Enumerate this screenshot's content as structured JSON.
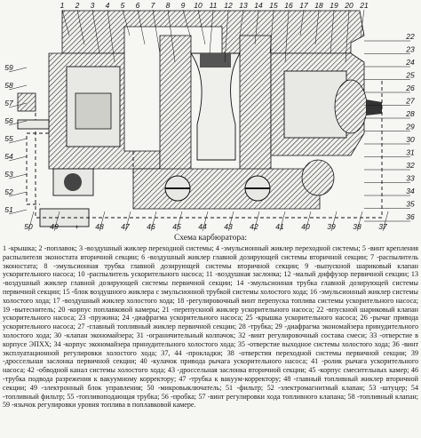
{
  "figure": {
    "left_labels": [
      "1",
      "2",
      "3",
      "4",
      "5",
      "6",
      "7",
      "8",
      "9",
      "10",
      "11",
      "12",
      "13",
      "14",
      "15",
      "16",
      "17",
      "18",
      "19",
      "20",
      "21"
    ],
    "right_labels": [
      "22",
      "23",
      "24",
      "25",
      "26",
      "27",
      "28",
      "29",
      "30",
      "31",
      "32",
      "33",
      "34",
      "35",
      "36"
    ],
    "bottom_labels": [
      "50",
      "49",
      "48",
      "47",
      "46",
      "45",
      "44",
      "43",
      "42",
      "41",
      "40",
      "39",
      "38",
      "37"
    ],
    "side_labels": [
      "59",
      "58",
      "57",
      "56",
      "55",
      "54",
      "53",
      "52",
      "51"
    ],
    "power_label": "+"
  },
  "caption": "Схема карбюратора:",
  "legend": "1 -крышка; 2 -поплавок; 3 -воздушный жиклер переходной системы; 4 -эмульсионный жиклер переходной системы; 5 -винт крепления распылителя эконостата вторичной секции; 6 -воздушный жиклер главной дозирующей системы вторичной секции; 7 -распылитель эконостата; 8 -эмульсионная трубка главной дозирующей системы вторичной секции; 9 -выпускной шариковый клапан ускорительного насоса; 10 -распылитель ускорительного насоса; 11 -воздушная заслонка; 12 -малый диффузор первичной секции; 13 -воздушный жиклер главной дозирующей системы первичной секции; 14 -эмульсионная трубка главной дозирующей системы первичной секции; 15 -блок воздушного жиклера с эмульсионной трубкой системы холостого хода; 16 -эмульсионный жиклер системы холостого хода; 17 -воздушный жиклер холостого хода; 18 -регулировочный винт перепуска топлива системы ускорительного насоса; 19 -вытеснитель; 20 -корпус поплавковой камеры; 21 -перепускной жиклер ускорительного насоса; 22 -впускной шариковый клапан ускорительного насоса; 23 -пружина; 24 -диафрагма ускорительного насоса; 25 -крышка ускорительного насоса; 26 -рычаг привода ускорительного насоса; 27 -главный топливный жиклер первичной секции; 28 -трубка; 29 -диафрагма экономайзера принудительного холостого хода; 30 -клапан экономайзера; 31 -ограничительный колпачок; 32 -винт регулировочный состава смеси; 33 -отверстие в корпусе ЭПХХ; 34 -корпус экономайзера принудительного холостого хода; 35 -отверстие выходное системы холостого хода; 36 -винт эксплуатационной регулировки холостого хода; 37, 44 -прокладки; 38 -отверстия переходной системы первичной секции; 39 -дроссельная заслонка первичной секции; 40 -кулачок привода рычага ускорительного насоса; 41 -ролик рычага ускорительного насоса; 42 -обводной канал системы холостого хода; 43 -дроссельная заслонка вторичной секции; 45 -корпус смесительных камер; 46 -трубка подвода разрежения к вакуумному корректору; 47 -трубка к вакуум-корректору; 48 -главный топливный жиклер вторичной секции; 49 -электронный блок управления; 50 -микровыключатель; 51 -фильтр; 52 -электромагнитный клапан; 53 -штуцер; 54 -топливный фильтр; 55 -топливоподающая трубка; 56 -пробка; 57 -винт регулировки хода топливного клапана; 58 -топливный клапан; 59 -язычок регулировки уровня топлива в поплавковой камере."
}
